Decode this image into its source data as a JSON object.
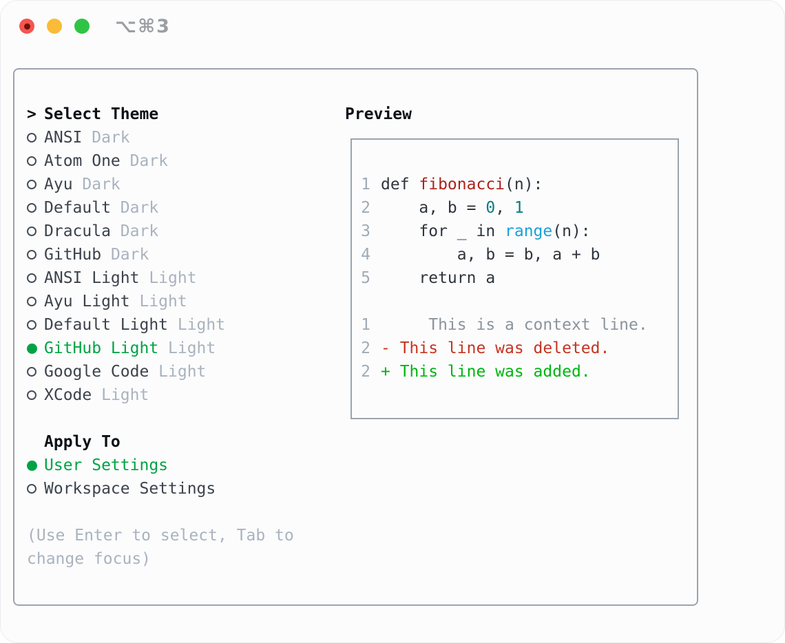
{
  "window": {
    "title": "⌥⌘3",
    "traffic_lights": [
      "close",
      "minimize",
      "zoom"
    ]
  },
  "theme_panel": {
    "header_prefix": ">",
    "header": "Select Theme",
    "items": [
      {
        "name": "ANSI",
        "variant": "Dark",
        "selected": false
      },
      {
        "name": "Atom One",
        "variant": "Dark",
        "selected": false
      },
      {
        "name": "Ayu",
        "variant": "Dark",
        "selected": false
      },
      {
        "name": "Default",
        "variant": "Dark",
        "selected": false
      },
      {
        "name": "Dracula",
        "variant": "Dark",
        "selected": false
      },
      {
        "name": "GitHub",
        "variant": "Dark",
        "selected": false
      },
      {
        "name": "ANSI Light",
        "variant": "Light",
        "selected": false
      },
      {
        "name": "Ayu Light",
        "variant": "Light",
        "selected": false
      },
      {
        "name": "Default Light",
        "variant": "Light",
        "selected": false
      },
      {
        "name": "GitHub Light",
        "variant": "Light",
        "selected": true
      },
      {
        "name": "Google Code",
        "variant": "Light",
        "selected": false
      },
      {
        "name": "XCode",
        "variant": "Light",
        "selected": false
      }
    ]
  },
  "apply_panel": {
    "header": "Apply To",
    "options": [
      {
        "label": "User Settings",
        "selected": true
      },
      {
        "label": "Workspace Settings",
        "selected": false
      }
    ]
  },
  "hint": {
    "line1": "(Use Enter to select, Tab to",
    "line2": "change focus)"
  },
  "preview": {
    "header": "Preview",
    "code_lines": [
      {
        "num": "1",
        "tokens": [
          {
            "t": "def ",
            "c": "code"
          },
          {
            "t": "fibonacci",
            "c": "fn"
          },
          {
            "t": "(n):",
            "c": "code"
          }
        ]
      },
      {
        "num": "2",
        "tokens": [
          {
            "t": "    a, b = ",
            "c": "code"
          },
          {
            "t": "0",
            "c": "num"
          },
          {
            "t": ", ",
            "c": "code"
          },
          {
            "t": "1",
            "c": "num"
          }
        ]
      },
      {
        "num": "3",
        "tokens": [
          {
            "t": "    for _ in ",
            "c": "code"
          },
          {
            "t": "range",
            "c": "call"
          },
          {
            "t": "(n):",
            "c": "code"
          }
        ]
      },
      {
        "num": "4",
        "tokens": [
          {
            "t": "        a, b = b, a + b",
            "c": "code"
          }
        ]
      },
      {
        "num": "5",
        "tokens": [
          {
            "t": "    return a",
            "c": "code"
          }
        ]
      }
    ],
    "diff_lines": [
      {
        "num": "1",
        "tokens": [
          {
            "t": "     This is a context line.",
            "c": "ctx"
          }
        ]
      },
      {
        "num": "2",
        "tokens": [
          {
            "t": "- This line was deleted.",
            "c": "del"
          }
        ]
      },
      {
        "num": "2",
        "tokens": [
          {
            "t": "+ This line was added.",
            "c": "add"
          }
        ]
      }
    ]
  },
  "colors": {
    "selected_green": "#00a344",
    "added_green": "#00b410",
    "deleted_red": "#c53420",
    "function_red": "#ab241b",
    "number_teal": "#0b7d7d",
    "call_blue": "#1da0d8",
    "text_dark": "#2e353c",
    "muted": "#a9b3be",
    "line_number": "#9fabb6",
    "context_gray": "#8b949c",
    "border_gray": "#9ba4ad",
    "heading_black": "#0d1116",
    "item_text": "#3c434b",
    "traffic_red": "#f5554e",
    "traffic_red_dot": "#6e120c",
    "traffic_yellow": "#f9bb38",
    "traffic_green": "#30c445",
    "title_gray": "#9b9ea2"
  }
}
